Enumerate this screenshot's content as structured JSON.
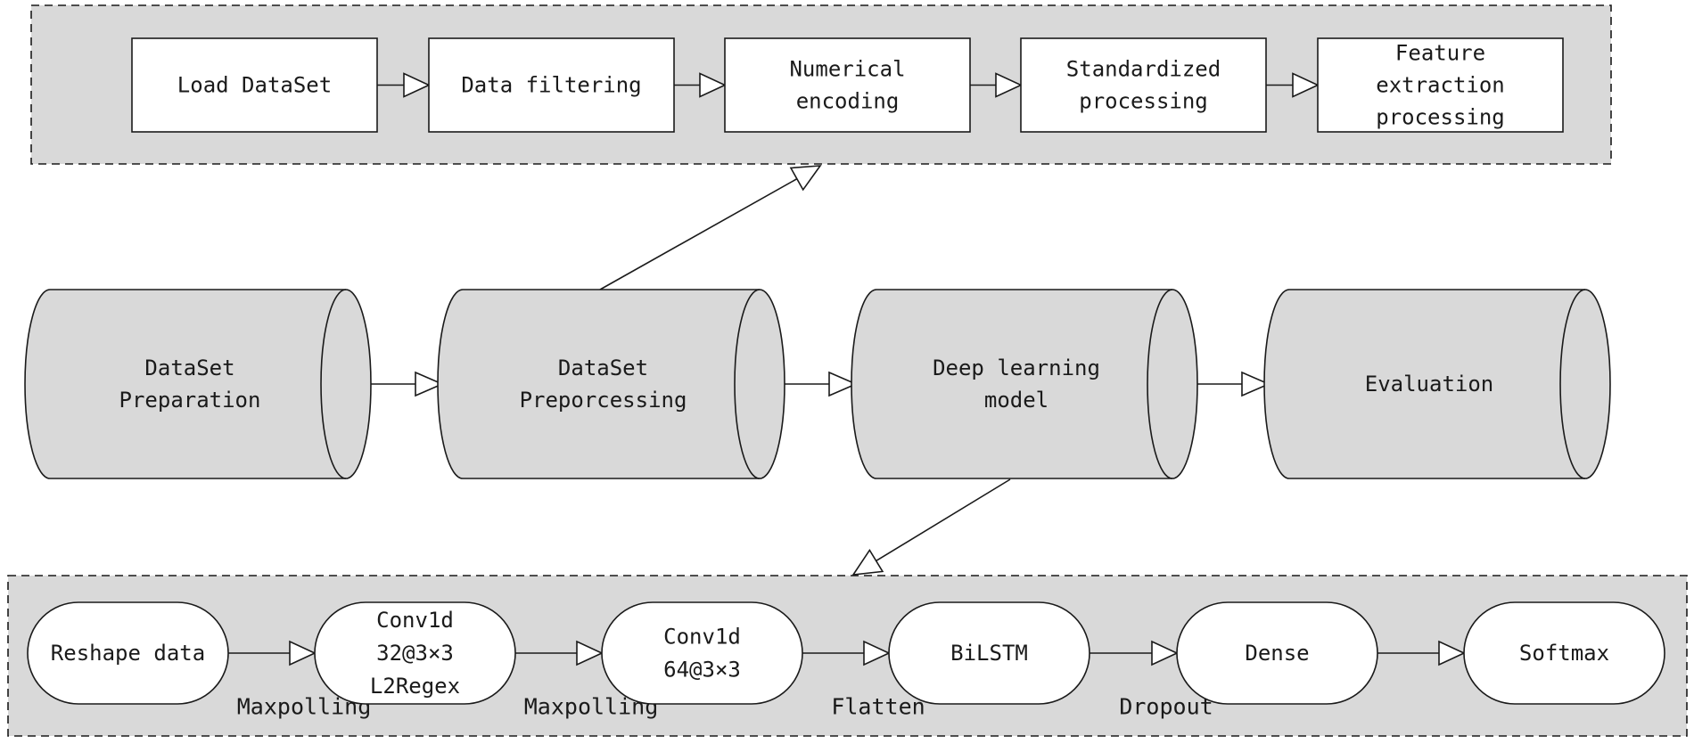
{
  "preprocessing_steps": [
    {
      "label": [
        "Load DataSet"
      ]
    },
    {
      "label": [
        "Data filtering"
      ]
    },
    {
      "label": [
        "Numerical",
        "encoding"
      ]
    },
    {
      "label": [
        "Standardized",
        "processing"
      ]
    },
    {
      "label": [
        "Feature",
        "extraction",
        "processing"
      ]
    }
  ],
  "pipeline_stages": [
    {
      "label": [
        "DataSet",
        "Preparation"
      ]
    },
    {
      "label": [
        "DataSet",
        "Preporcessing"
      ]
    },
    {
      "label": [
        "Deep learning",
        "model"
      ]
    },
    {
      "label": [
        "Evaluation"
      ]
    }
  ],
  "model_layers": [
    {
      "label": [
        "Reshape data"
      ]
    },
    {
      "label": [
        "Conv1d",
        "32@3×3",
        "L2Regex"
      ]
    },
    {
      "label": [
        "Conv1d",
        "64@3×3"
      ]
    },
    {
      "label": [
        "BiLSTM"
      ]
    },
    {
      "label": [
        "Dense"
      ]
    },
    {
      "label": [
        "Softmax"
      ]
    }
  ],
  "model_edge_labels": [
    "",
    "Maxpolling",
    "Maxpolling",
    "Flatten",
    "Dropout"
  ],
  "colors": {
    "panel_fill": "#d9d9d9",
    "node_fill": "#ffffff",
    "cylinder_fill": "#d9d9d9",
    "stroke": "#1a1a1a"
  }
}
